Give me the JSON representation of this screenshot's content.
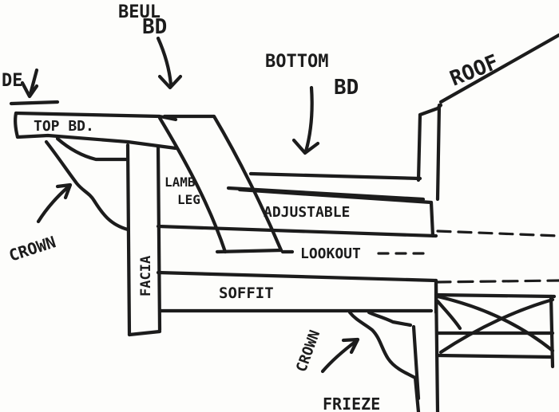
{
  "labels": {
    "side_partial": "DE",
    "between_partial": "BEUL",
    "between_bd": "BD",
    "bottom": "BOTTOM",
    "bottom_bd": "BD",
    "roof": "ROOF",
    "top_bd": "TOP BD.",
    "lamb": "LAMB",
    "leg": "LEG",
    "adjustable": "ADJUSTABLE",
    "crown_left": "CROWN",
    "facia": "FACIA",
    "lookout": "LOOKOUT",
    "soffit": "SOFFIT",
    "crown_lower": "CROWN",
    "frieze": "FRIEZE"
  },
  "colors": {
    "ink": "#1c1c1c",
    "paper": "#fdfdfb"
  }
}
